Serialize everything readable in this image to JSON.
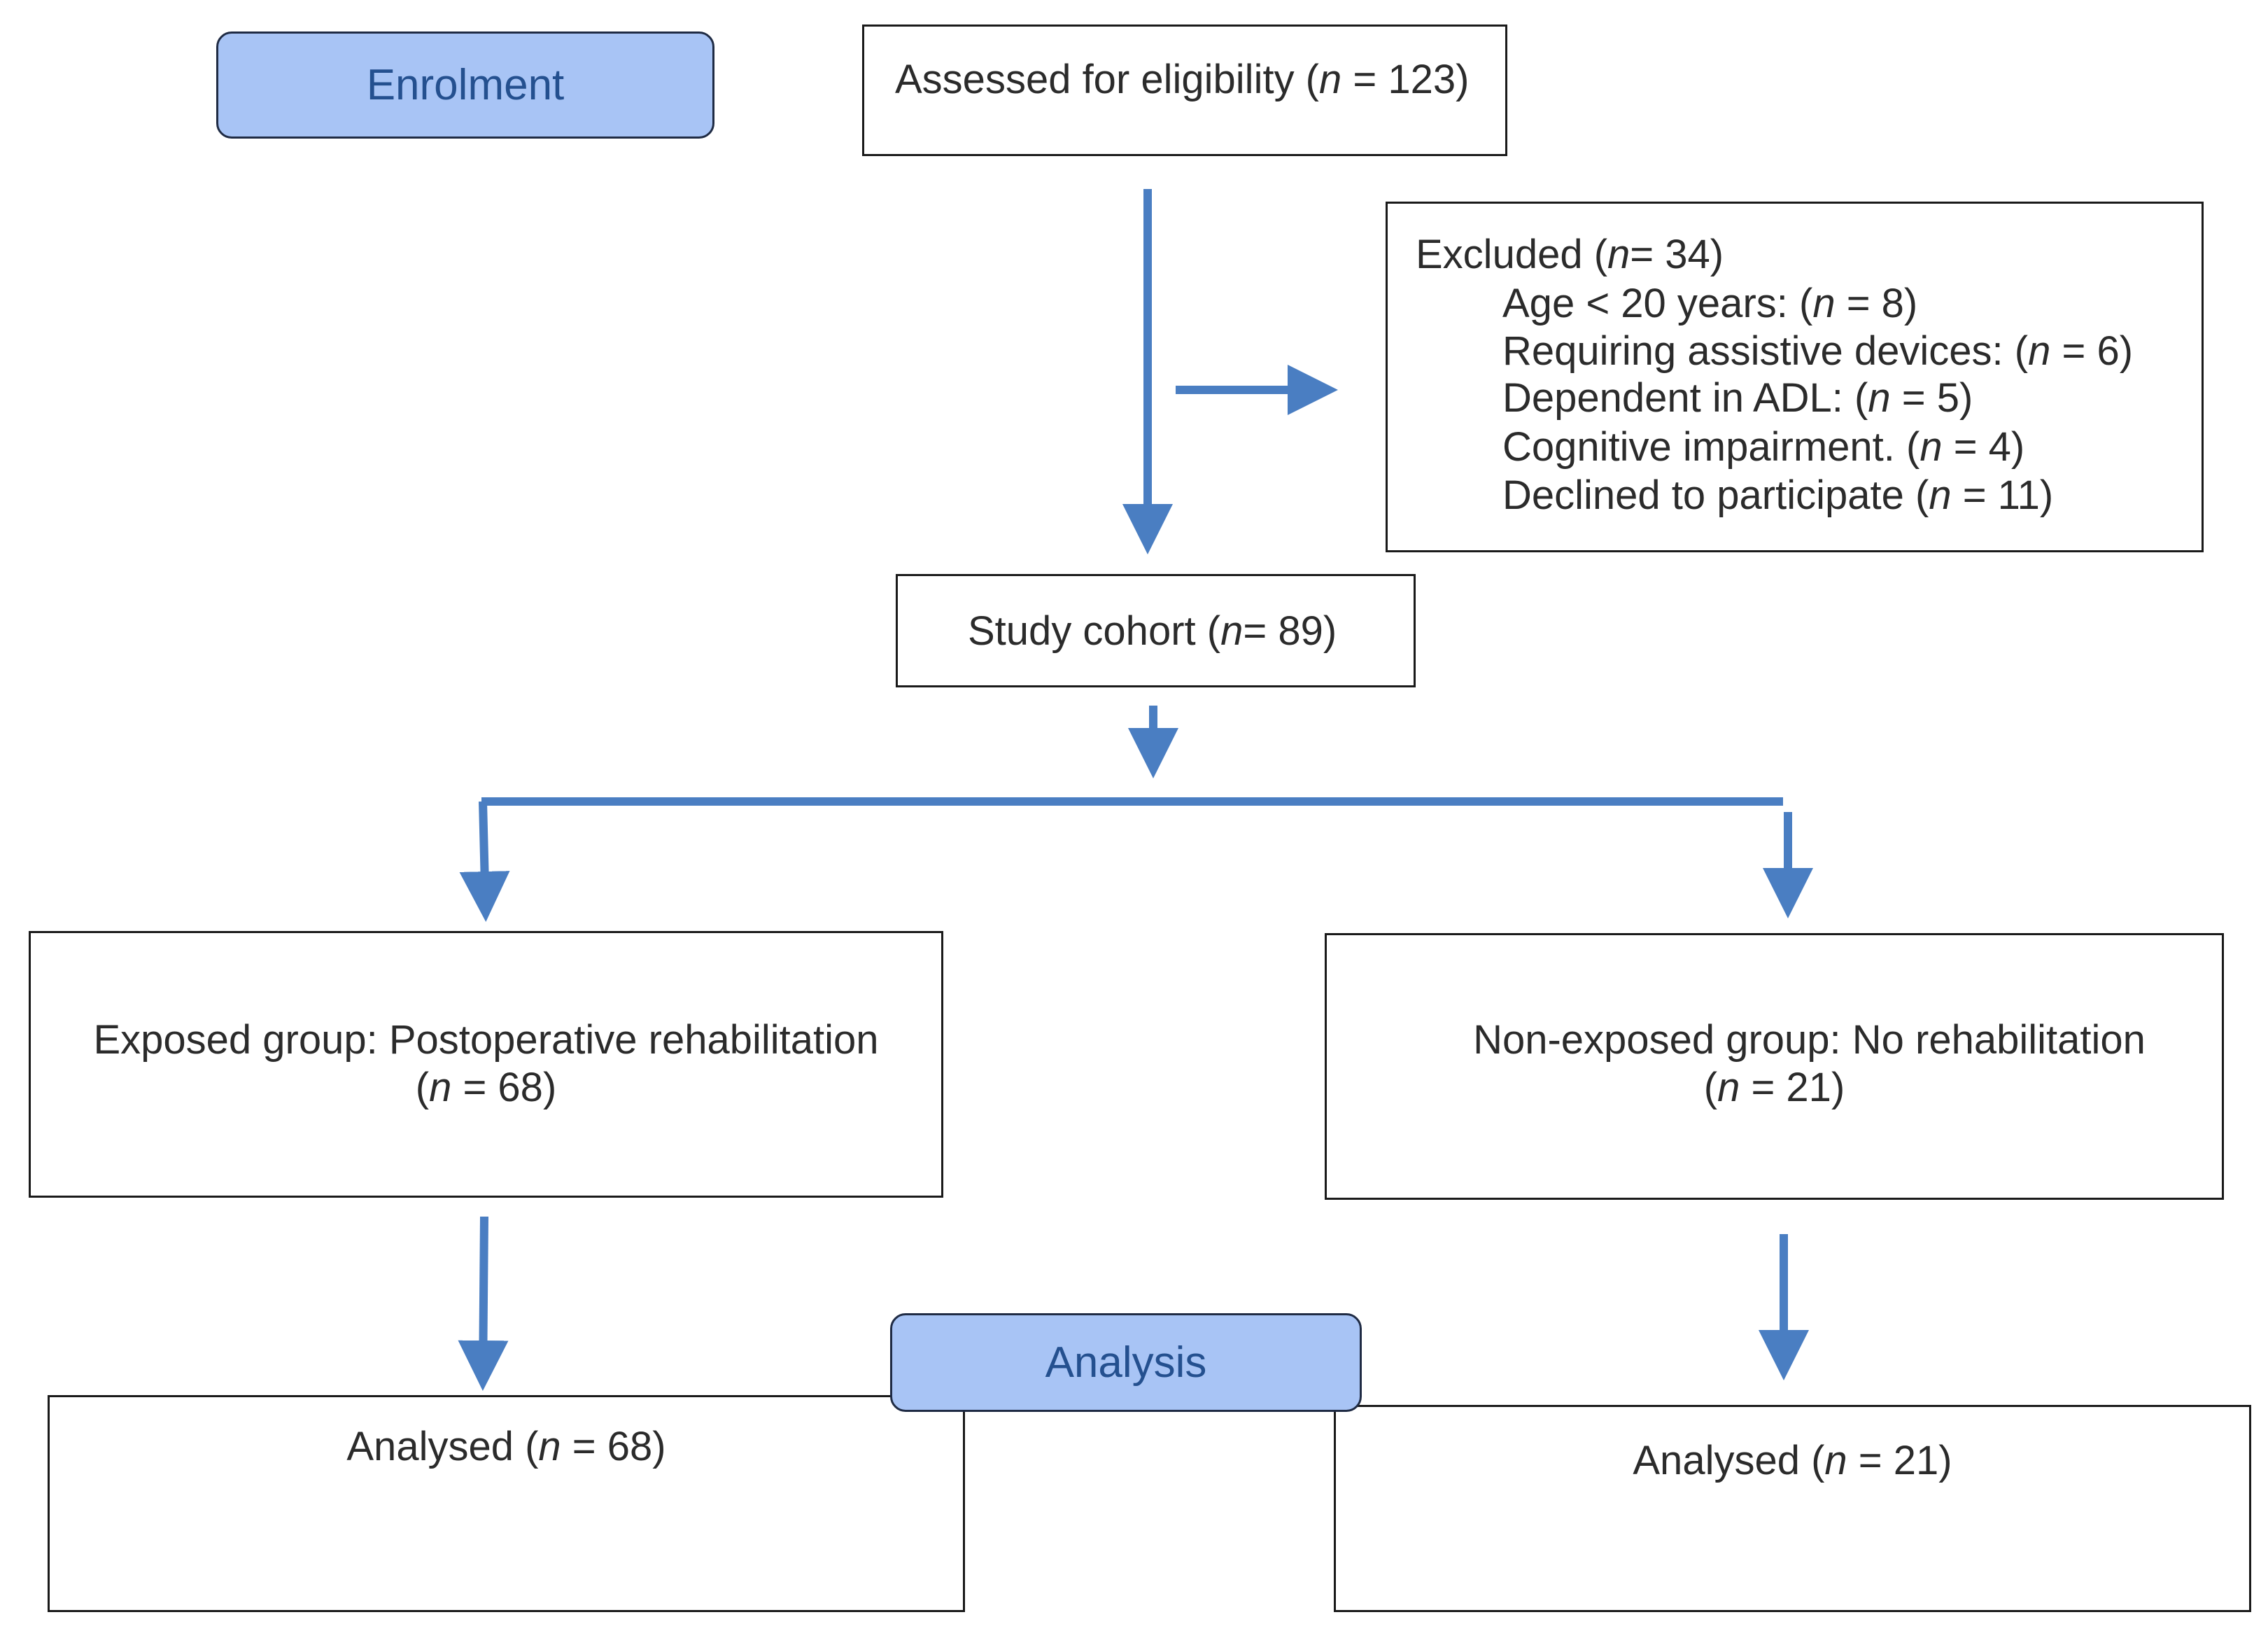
{
  "stages": {
    "enrolment": "Enrolment",
    "analysis": "Analysis"
  },
  "boxes": {
    "assessed": {
      "pre": "Assessed for eligibility (",
      "n_var": "n",
      "post": " = 123)"
    },
    "excluded": {
      "heading": {
        "pre": "Excluded (",
        "n_var": "n",
        "post": "= 34)"
      },
      "items": [
        {
          "pre": "Age < 20 years: (",
          "n_var": "n",
          "post": " = 8)"
        },
        {
          "pre": "Requiring assistive devices: (",
          "n_var": "n",
          "post": " = 6)"
        },
        {
          "pre": "Dependent in ADL: (",
          "n_var": "n",
          "post": " = 5)"
        },
        {
          "pre": "Cognitive impairment. (",
          "n_var": "n",
          "post": " = 4)"
        },
        {
          "pre": "Declined to participate (",
          "n_var": "n",
          "post": " = 11)"
        }
      ]
    },
    "cohort": {
      "pre": "Study cohort (",
      "n_var": "n",
      "post": "= 89)"
    },
    "exposed": {
      "line1": "Exposed group: Postoperative rehabilitation",
      "pre": "(",
      "n_var": "n",
      "post": " = 68)"
    },
    "nonexposed": {
      "line1": "Non-exposed group: No rehabilitation",
      "pre": "(",
      "n_var": "n",
      "post": " = 21)"
    },
    "analysed_left": {
      "pre": "Analysed (",
      "n_var": "n",
      "post": " = 68)"
    },
    "analysed_right": {
      "pre": "Analysed (",
      "n_var": "n",
      "post": " = 21)"
    }
  },
  "colors": {
    "arrow": "#4a7ec2",
    "stage_fill": "#a8c4f5",
    "stage_text": "#24508f",
    "box_border": "#1a1a1a"
  }
}
